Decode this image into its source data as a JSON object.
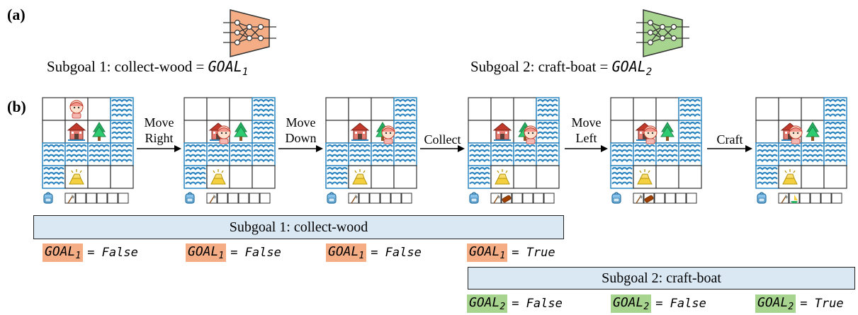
{
  "panel_a": {
    "label": "(a)",
    "subgoal1": {
      "text": "Subgoal 1: collect-wood = ",
      "goal": "GOAL",
      "sub": "1",
      "color": "#f5ad85"
    },
    "subgoal2": {
      "text": "Subgoal 2: craft-boat = ",
      "goal": "GOAL",
      "sub": "2",
      "color": "#a7d48e"
    }
  },
  "panel_b": {
    "label": "(b)",
    "arrows": [
      {
        "line1": "Move",
        "line2": "Right"
      },
      {
        "line1": "Move",
        "line2": "Down"
      },
      {
        "line1": "Collect",
        "line2": ""
      },
      {
        "line1": "Move",
        "line2": "Left"
      },
      {
        "line1": "Craft",
        "line2": ""
      }
    ],
    "frames": [
      {
        "agent_row": 0,
        "agent_col": 1,
        "inventory": [
          "axe"
        ]
      },
      {
        "agent_row": 1,
        "agent_col": 1,
        "inventory": [
          "axe"
        ]
      },
      {
        "agent_row": 1,
        "agent_col": 2,
        "inventory": [
          "axe"
        ]
      },
      {
        "agent_row": 1,
        "agent_col": 2,
        "inventory": [
          "axe",
          "wood"
        ]
      },
      {
        "agent_row": 1,
        "agent_col": 1,
        "inventory": [
          "axe",
          "wood"
        ]
      },
      {
        "agent_row": 1,
        "agent_col": 1,
        "inventory": [
          "axe",
          "boat"
        ]
      }
    ],
    "bar1": "Subgoal 1: collect-wood",
    "bar2": "Subgoal 2: craft-boat",
    "goal1_row": [
      {
        "goal": "GOAL",
        "sub": "1",
        "value": "= False"
      },
      {
        "goal": "GOAL",
        "sub": "1",
        "value": "= False"
      },
      {
        "goal": "GOAL",
        "sub": "1",
        "value": "= False"
      },
      {
        "goal": "GOAL",
        "sub": "1",
        "value": "= True"
      }
    ],
    "goal2_row": [
      {
        "goal": "GOAL",
        "sub": "2",
        "value": "= False"
      },
      {
        "goal": "GOAL",
        "sub": "2",
        "value": "= False"
      },
      {
        "goal": "GOAL",
        "sub": "2",
        "value": "= True"
      }
    ]
  },
  "colors": {
    "water": "#2e86c1",
    "water_bg": "#ffffff",
    "orange": "#f5ad85",
    "green": "#a7d48e",
    "bar": "#dae8f3"
  }
}
